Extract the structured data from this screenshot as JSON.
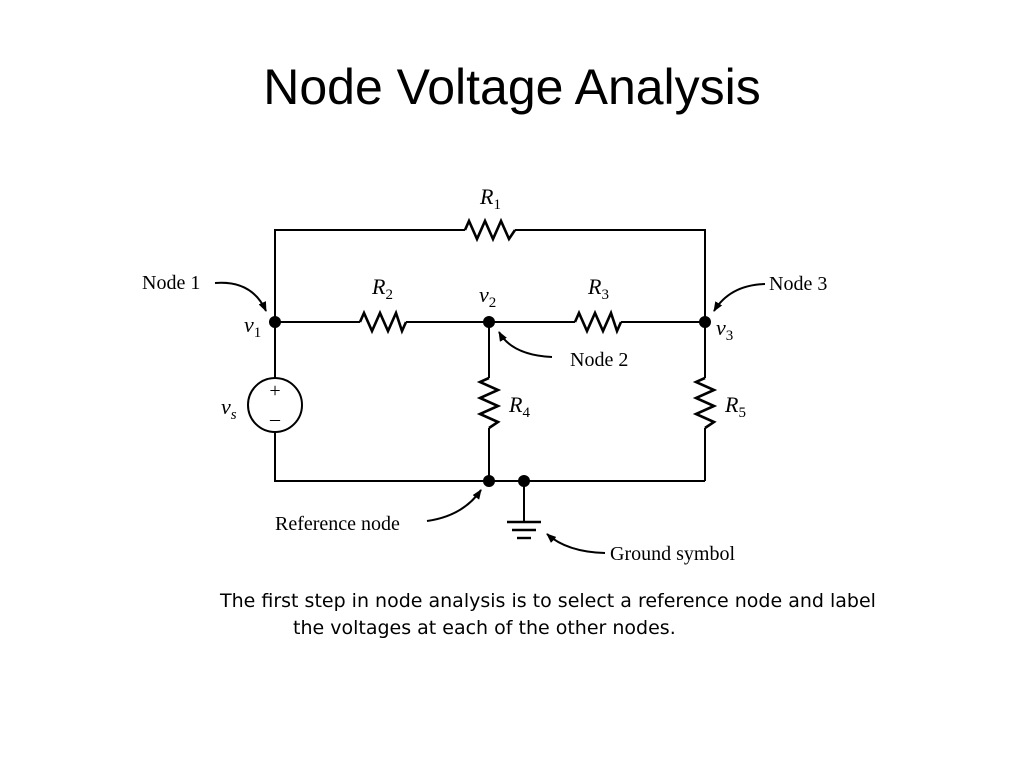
{
  "title": "Node Voltage Analysis",
  "diagram": {
    "resistors": [
      {
        "name": "R",
        "sub": "1"
      },
      {
        "name": "R",
        "sub": "2"
      },
      {
        "name": "R",
        "sub": "3"
      },
      {
        "name": "R",
        "sub": "4"
      },
      {
        "name": "R",
        "sub": "5"
      }
    ],
    "voltages": [
      {
        "name": "v",
        "sub": "1"
      },
      {
        "name": "v",
        "sub": "2"
      },
      {
        "name": "v",
        "sub": "3"
      }
    ],
    "source": {
      "name": "v",
      "sub": "s",
      "plus": "+",
      "minus": "–"
    },
    "labels": {
      "node1": "Node 1",
      "node2": "Node 2",
      "node3": "Node 3",
      "reference": "Reference node",
      "ground": "Ground symbol"
    }
  },
  "caption": {
    "line1": "The first step in node analysis is to select a reference node and label",
    "line2": "the voltages at each of the other nodes."
  }
}
